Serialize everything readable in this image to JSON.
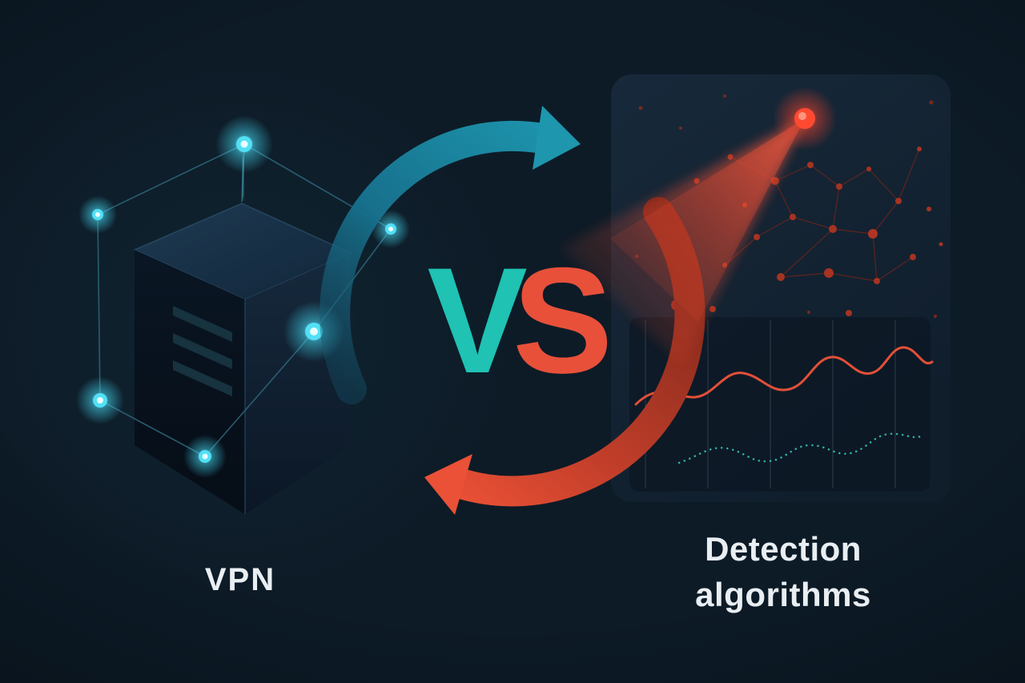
{
  "illustration": {
    "left": {
      "label": "VPN"
    },
    "versus": {
      "v": "V",
      "s": "S"
    },
    "right": {
      "label": [
        "Detection",
        "algorithms"
      ]
    }
  },
  "colors": {
    "bg": "#0d1b27",
    "panel": "#14222f",
    "teal": "#1fc2b3",
    "teal_arc": "#1e96ae",
    "red": "#e8503a",
    "red_dark": "#8a2a1d",
    "cyan_glow": "#49ddf4",
    "text": "#e9eef2"
  }
}
